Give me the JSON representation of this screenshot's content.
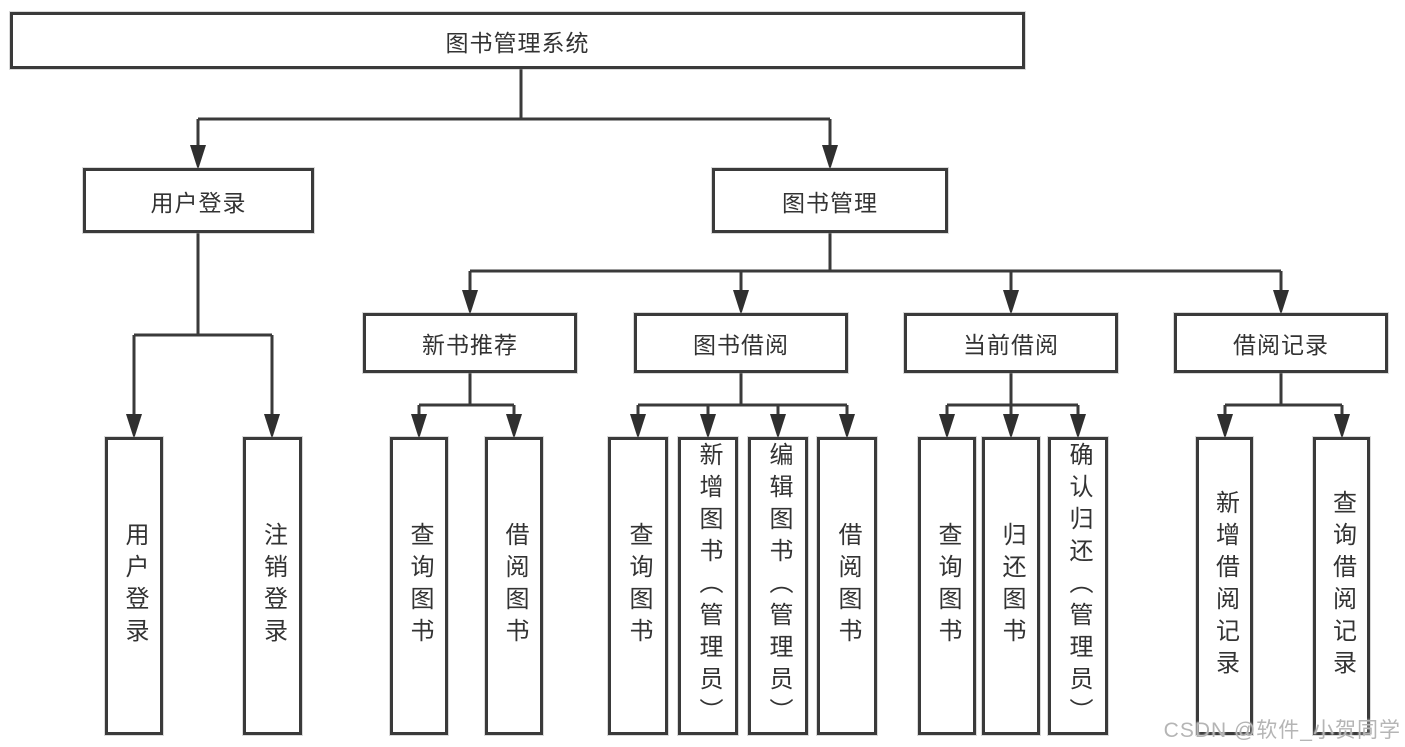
{
  "colors": {
    "background": "#ffffff",
    "line": "#3a3a3a",
    "arrow": "#2f2f2f",
    "box_border": "#3a3a3a",
    "box_fill": "#ffffff",
    "text": "#333333",
    "watermark": "#b5b5b5"
  },
  "watermark": {
    "text": "CSDN @软件_小贺同学"
  },
  "tree": {
    "label": "图书管理系统",
    "children": [
      {
        "label": "用户登录",
        "children": [
          {
            "label": "用户登录"
          },
          {
            "label": "注销登录"
          }
        ]
      },
      {
        "label": "图书管理",
        "children": [
          {
            "label": "新书推荐",
            "children": [
              {
                "label": "查询图书"
              },
              {
                "label": "借阅图书"
              }
            ]
          },
          {
            "label": "图书借阅",
            "children": [
              {
                "label": "查询图书"
              },
              {
                "label": "新增图书（管理员）"
              },
              {
                "label": "编辑图书（管理员）"
              },
              {
                "label": "借阅图书"
              }
            ]
          },
          {
            "label": "当前借阅",
            "children": [
              {
                "label": "查询图书"
              },
              {
                "label": "归还图书"
              },
              {
                "label": "确认归还（管理员）"
              }
            ]
          },
          {
            "label": "借阅记录",
            "children": [
              {
                "label": "新增借阅记录"
              },
              {
                "label": "查询借阅记录"
              }
            ]
          }
        ]
      }
    ]
  }
}
